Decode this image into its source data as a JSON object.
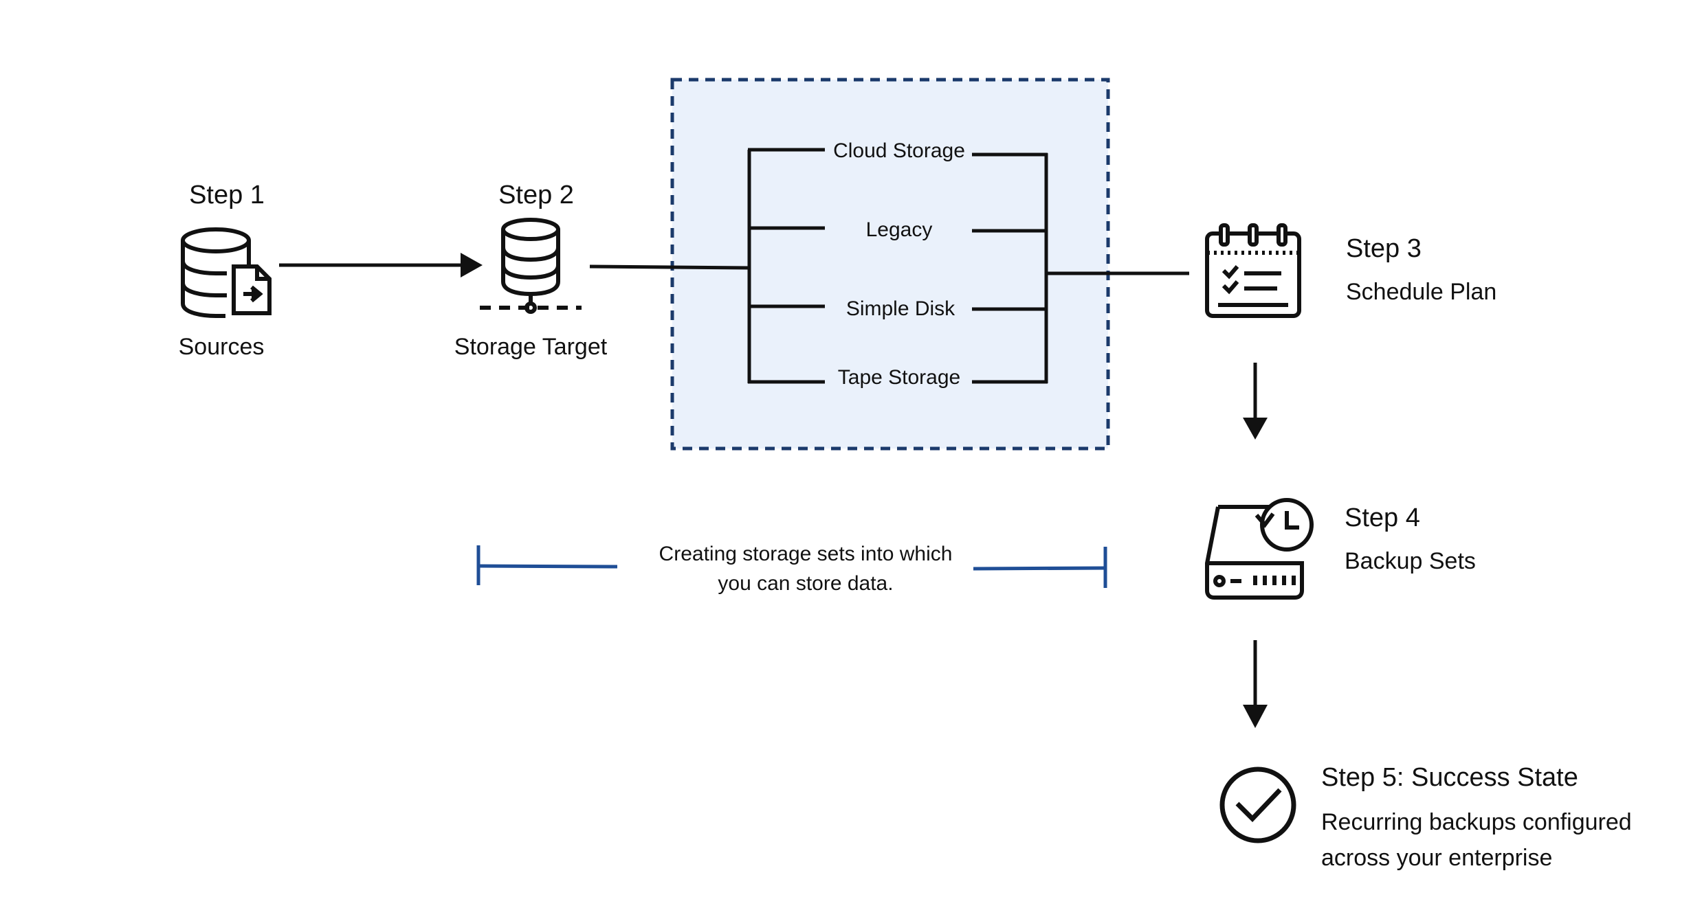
{
  "steps": {
    "step1": {
      "title": "Step 1",
      "label": "Sources",
      "icon": "database-file-icon"
    },
    "step2": {
      "title": "Step 2",
      "label": "Storage Target",
      "icon": "database-network-icon"
    },
    "step3": {
      "title": "Step 3",
      "label": "Schedule Plan",
      "icon": "calendar-checklist-icon"
    },
    "step4": {
      "title": "Step 4",
      "label": "Backup Sets",
      "icon": "hard-drive-clock-icon"
    },
    "step5": {
      "title": "Step 5: Success State",
      "line1": "Recurring backups configured",
      "line2": "across your enterprise",
      "icon": "check-circle-icon"
    }
  },
  "storage_options": {
    "items": [
      "Cloud Storage",
      "Legacy",
      "Simple Disk",
      "Tape Storage"
    ]
  },
  "annotation": {
    "line1": "Creating storage sets into which",
    "line2": "you can store data."
  },
  "colors": {
    "box_fill": "#eaf1fb",
    "box_border": "#1b3a6b",
    "annotation_line": "#1f4e96",
    "stroke": "#111111"
  }
}
